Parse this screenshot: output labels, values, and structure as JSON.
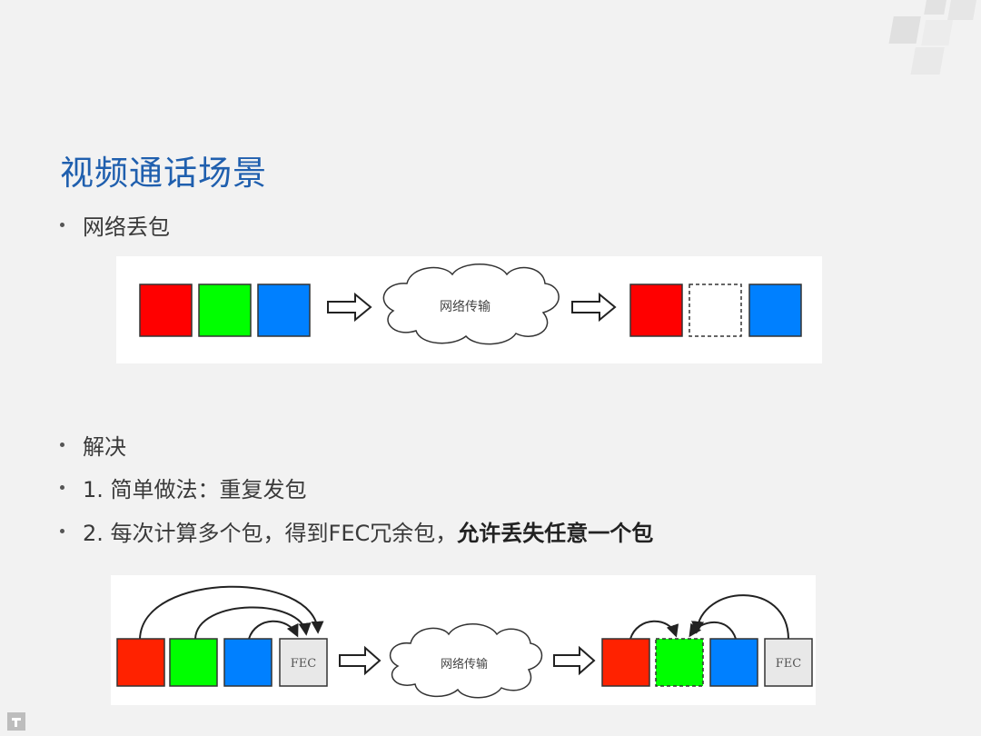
{
  "slide": {
    "title": "视频通话场景",
    "bullets": [
      {
        "text": "网络丢包"
      },
      {
        "text": "解决"
      },
      {
        "text": "1. 简单做法：重复发包"
      },
      {
        "text_normal": "2. 每次计算多个包，得到FEC冗余包，",
        "text_bold": "允许丢失任意一个包"
      }
    ]
  },
  "diagram_loss": {
    "cloud_label": "网络传输",
    "input_packets": [
      "#ff0000",
      "#00ff00",
      "#0080ff"
    ],
    "output_packets": [
      "#ff0000",
      "missing",
      "#0080ff"
    ]
  },
  "diagram_fec": {
    "cloud_label": "网络传输",
    "fec_label": "FEC",
    "input_packets": [
      "#ff2200",
      "#00ff00",
      "#0080ff"
    ],
    "output_packets": [
      "#ff2200",
      "recovered",
      "#0080ff"
    ],
    "recovered_color": "#00ff00"
  },
  "colors": {
    "title": "#1f5fae",
    "background": "#f2f2f2",
    "fec_box": "#e8e8e8"
  }
}
